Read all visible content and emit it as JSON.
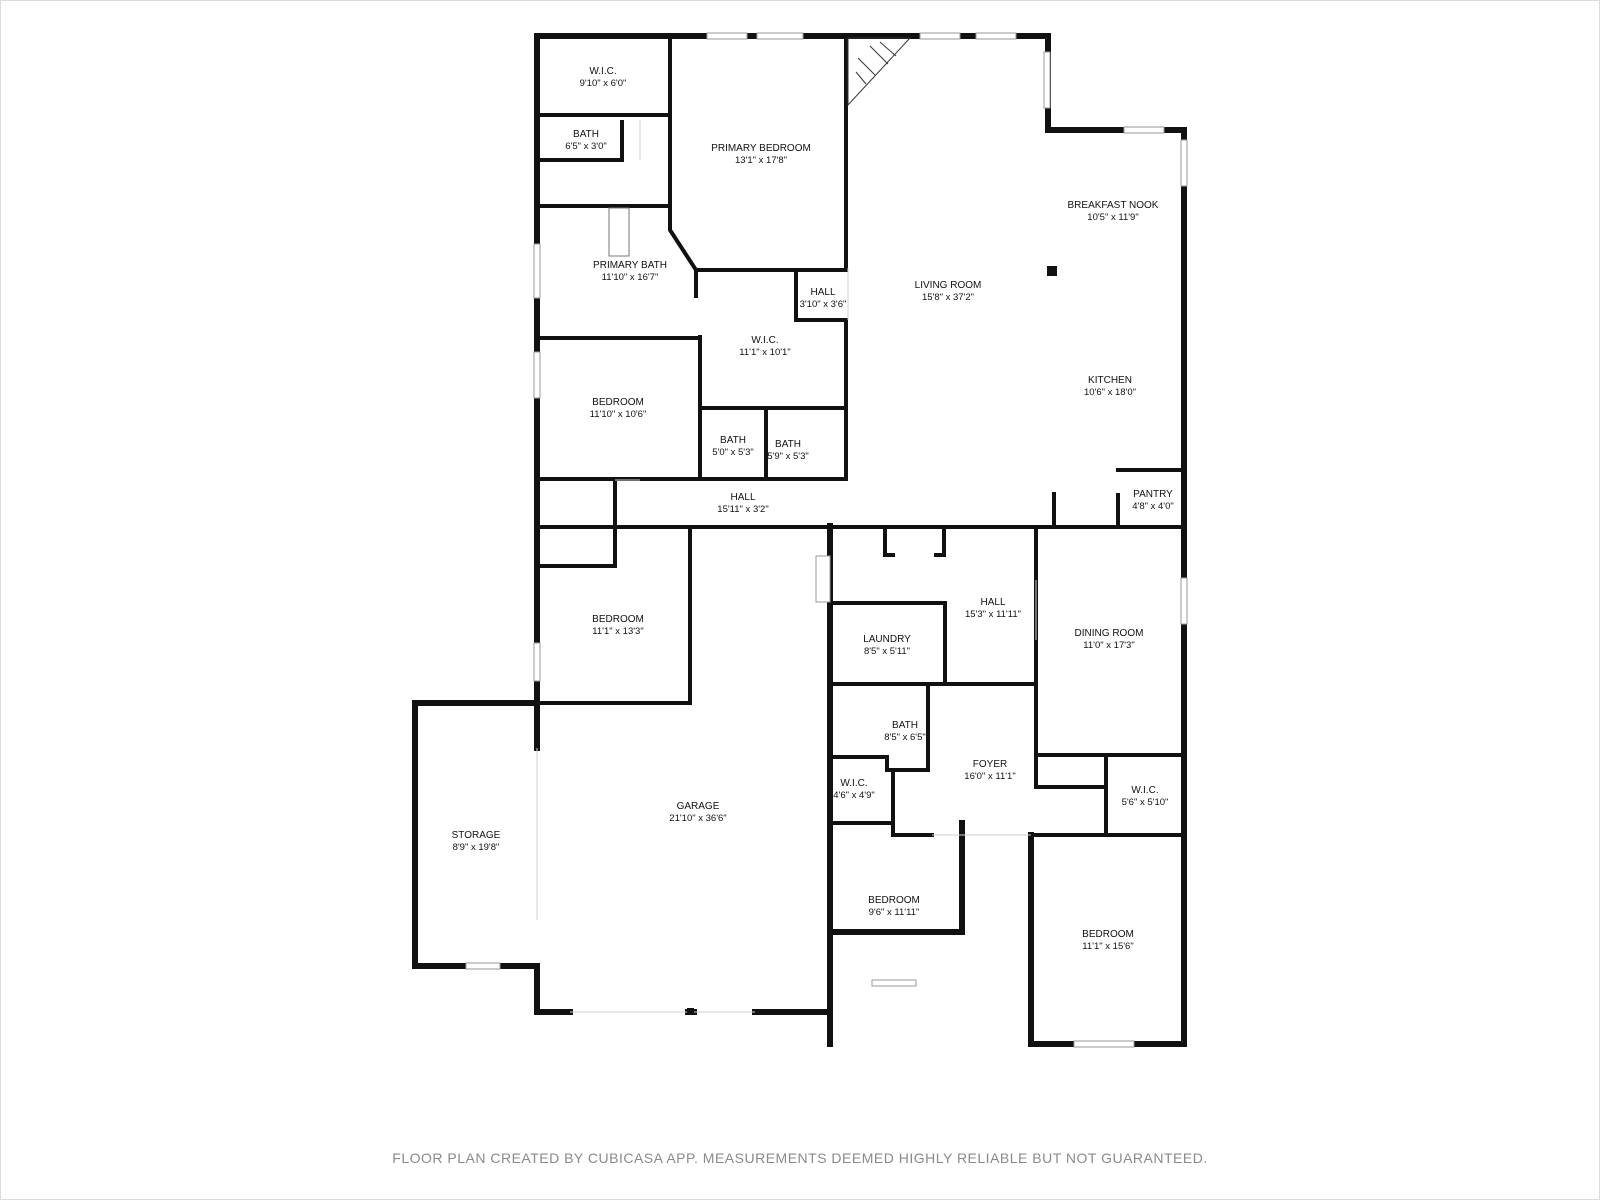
{
  "rooms": [
    {
      "id": "wic-1",
      "name": "W.I.C.",
      "dims": "9'10\" x 6'0\""
    },
    {
      "id": "bath-1",
      "name": "BATH",
      "dims": "6'5\" x 3'0\""
    },
    {
      "id": "primary-bedroom",
      "name": "PRIMARY BEDROOM",
      "dims": "13'1\" x 17'8\""
    },
    {
      "id": "primary-bath",
      "name": "PRIMARY BATH",
      "dims": "11'10\" x 16'7\""
    },
    {
      "id": "hall-1",
      "name": "HALL",
      "dims": "3'10\" x 3'6\""
    },
    {
      "id": "living-room",
      "name": "LIVING ROOM",
      "dims": "15'8\" x 37'2\""
    },
    {
      "id": "breakfast-nook",
      "name": "BREAKFAST NOOK",
      "dims": "10'5\" x 11'9\""
    },
    {
      "id": "wic-2",
      "name": "W.I.C.",
      "dims": "11'1\" x 10'1\""
    },
    {
      "id": "bedroom-1",
      "name": "BEDROOM",
      "dims": "11'10\" x 10'6\""
    },
    {
      "id": "kitchen",
      "name": "KITCHEN",
      "dims": "10'6\" x 18'0\""
    },
    {
      "id": "bath-2",
      "name": "BATH",
      "dims": "5'0\" x 5'3\""
    },
    {
      "id": "bath-3",
      "name": "BATH",
      "dims": "5'9\" x 5'3\""
    },
    {
      "id": "hall-2",
      "name": "HALL",
      "dims": "15'11\" x 3'2\""
    },
    {
      "id": "pantry",
      "name": "PANTRY",
      "dims": "4'8\" x 4'0\""
    },
    {
      "id": "bedroom-2",
      "name": "BEDROOM",
      "dims": "11'1\" x 13'3\""
    },
    {
      "id": "hall-3",
      "name": "HALL",
      "dims": "15'3\" x 11'11\""
    },
    {
      "id": "laundry",
      "name": "LAUNDRY",
      "dims": "8'5\" x 5'11\""
    },
    {
      "id": "dining-room",
      "name": "DINING ROOM",
      "dims": "11'0\" x 17'3\""
    },
    {
      "id": "bath-4",
      "name": "BATH",
      "dims": "8'5\" x 6'5\""
    },
    {
      "id": "foyer",
      "name": "FOYER",
      "dims": "16'0\" x 11'1\""
    },
    {
      "id": "wic-3",
      "name": "W.I.C.",
      "dims": "4'6\" x 4'9\""
    },
    {
      "id": "wic-4",
      "name": "W.I.C.",
      "dims": "5'6\" x 5'10\""
    },
    {
      "id": "garage",
      "name": "GARAGE",
      "dims": "21'10\" x 36'6\""
    },
    {
      "id": "storage",
      "name": "STORAGE",
      "dims": "8'9\" x 19'8\""
    },
    {
      "id": "bedroom-3",
      "name": "BEDROOM",
      "dims": "9'6\" x 11'11\""
    },
    {
      "id": "bedroom-4",
      "name": "BEDROOM",
      "dims": "11'1\" x 15'6\""
    }
  ],
  "footer": "FLOOR PLAN CREATED BY CUBICASA APP. MEASUREMENTS DEEMED HIGHLY RELIABLE BUT NOT GUARANTEED.",
  "colors": {
    "wall": "#111111",
    "window": "#9a9a9a",
    "text": "#111111",
    "footer": "#8a8a8a"
  }
}
